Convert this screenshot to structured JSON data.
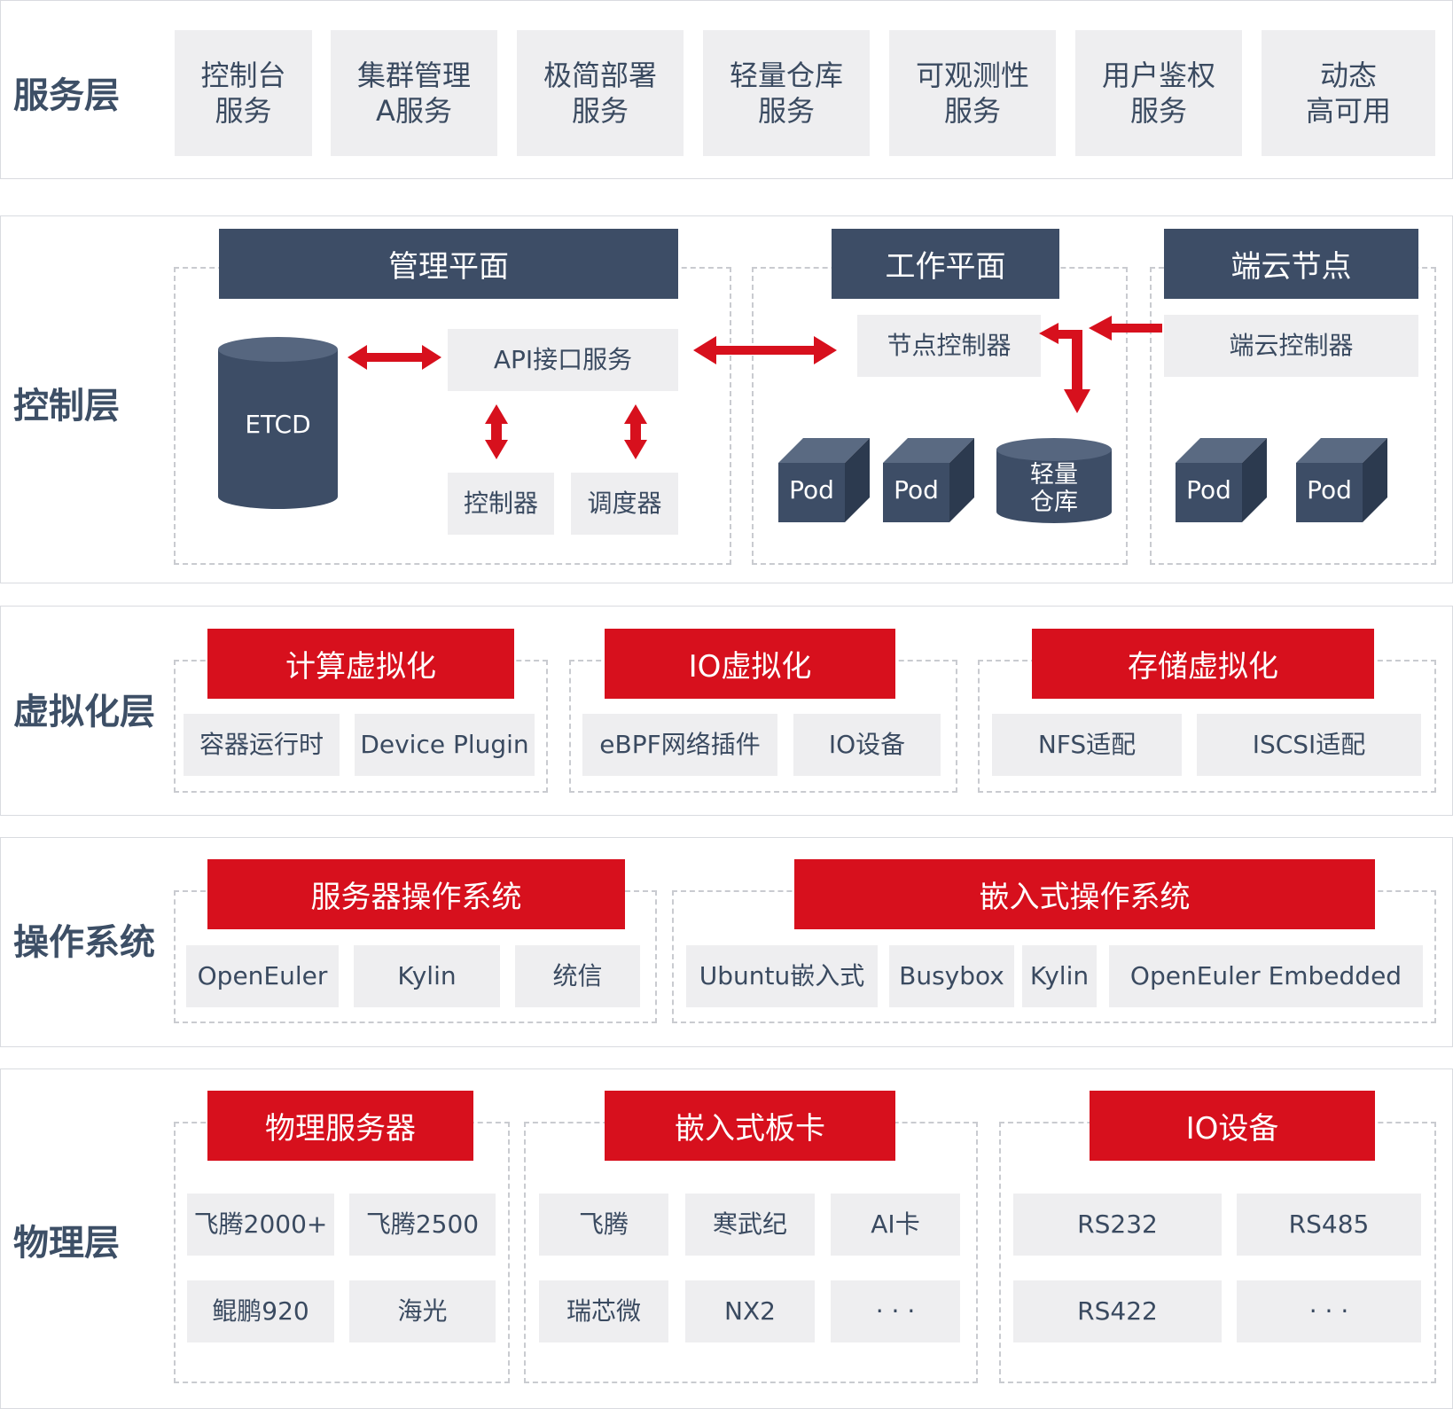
{
  "colors": {
    "navy": "#3d4d66",
    "red": "#d7101d",
    "gray_box": "#eeeef0",
    "layer_border": "#d9dbe0"
  },
  "service_layer": {
    "title": "服务层",
    "items": [
      {
        "line1": "控制台",
        "line2": "服务"
      },
      {
        "line1": "集群管理",
        "line2": "A服务"
      },
      {
        "line1": "极简部署",
        "line2": "服务"
      },
      {
        "line1": "轻量仓库",
        "line2": "服务"
      },
      {
        "line1": "可观测性",
        "line2": "服务"
      },
      {
        "line1": "用户鉴权",
        "line2": "服务"
      },
      {
        "line1": "动态",
        "line2": "高可用"
      }
    ]
  },
  "control_layer": {
    "title": "控制层",
    "mgmt": {
      "header": "管理平面",
      "etcd": "ETCD",
      "api": "API接口服务",
      "controller": "控制器",
      "scheduler": "调度器"
    },
    "work": {
      "header": "工作平面",
      "node_controller": "节点控制器",
      "pod1": "Pod",
      "pod2": "Pod",
      "repo_line1": "轻量",
      "repo_line2": "仓库"
    },
    "edge": {
      "header": "端云节点",
      "edge_controller": "端云控制器",
      "pod1": "Pod",
      "pod2": "Pod"
    }
  },
  "virt_layer": {
    "title": "虚拟化层",
    "compute": {
      "header": "计算虚拟化",
      "items": [
        "容器运行时",
        "Device Plugin"
      ]
    },
    "io": {
      "header": "IO虚拟化",
      "items": [
        "eBPF网络插件",
        "IO设备"
      ]
    },
    "storage": {
      "header": "存储虚拟化",
      "items": [
        "NFS适配",
        "ISCSI适配"
      ]
    }
  },
  "os_layer": {
    "title": "操作系统",
    "server": {
      "header": "服务器操作系统",
      "items": [
        "OpenEuler",
        "Kylin",
        "统信"
      ]
    },
    "embedded": {
      "header": "嵌入式操作系统",
      "items": [
        "Ubuntu嵌入式",
        "Busybox",
        "Kylin",
        "OpenEuler Embedded"
      ]
    }
  },
  "phys_layer": {
    "title": "物理层",
    "server": {
      "header": "物理服务器",
      "items": [
        "飞腾2000+",
        "飞腾2500",
        "鲲鹏920",
        "海光"
      ]
    },
    "board": {
      "header": "嵌入式板卡",
      "items": [
        "飞腾",
        "寒武纪",
        "AI卡",
        "瑞芯微",
        "NX2",
        "· · ·"
      ]
    },
    "io": {
      "header": "IO设备",
      "items": [
        "RS232",
        "RS485",
        "RS422",
        "· · ·"
      ]
    }
  }
}
